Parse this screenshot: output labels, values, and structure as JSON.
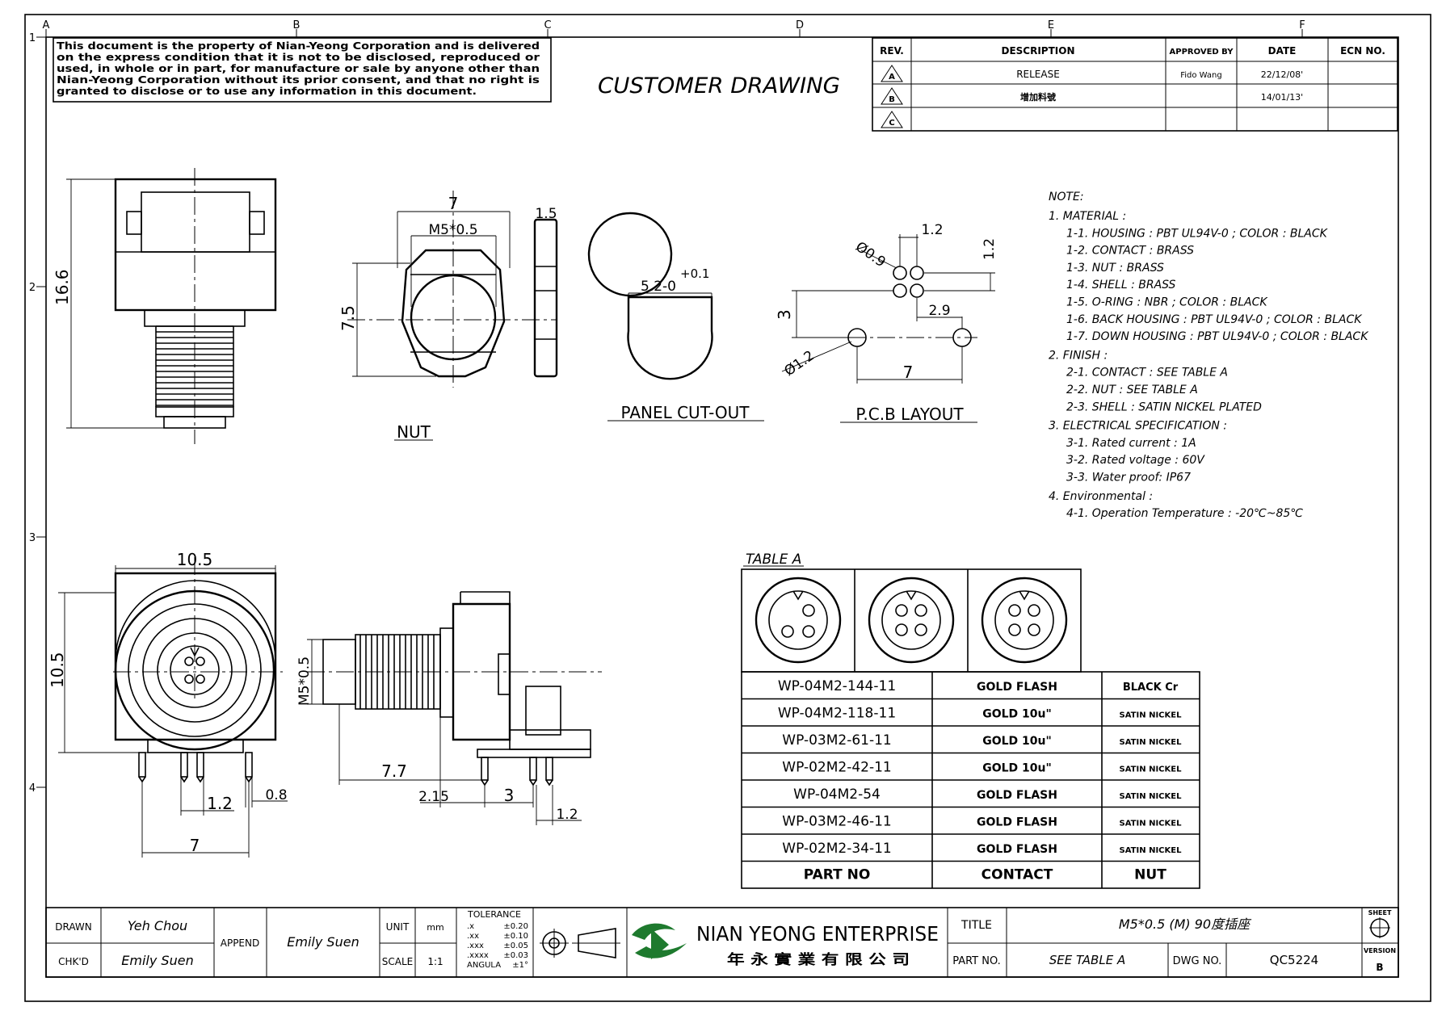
{
  "grid": {
    "columns": [
      "A",
      "B",
      "C",
      "D",
      "E",
      "F"
    ],
    "rows": [
      "1",
      "2",
      "3",
      "4"
    ]
  },
  "disclaimer": [
    "This document is the property of Nian-Yeong Corporation and is delivered",
    "on  the  express condition that it is not to be disclosed, reproduced or",
    "used, in whole or in part, for manufacture or sale by anyone other than",
    "Nian-Yeong Corporation without  its prior consent, and that  no right  is",
    "granted to disclose or to use any information in this  document."
  ],
  "drawing_title": "CUSTOMER  DRAWING",
  "revision_table": {
    "headers": [
      "REV.",
      "DESCRIPTION",
      "APPROVED BY",
      "DATE",
      "ECN NO."
    ],
    "rows": [
      {
        "rev": "A",
        "description": "RELEASE",
        "approved_by": "Fido Wang",
        "date": "22/12/08'",
        "ecn": ""
      },
      {
        "rev": "B",
        "description": "增加料號",
        "approved_by": "",
        "date": "14/01/13'",
        "ecn": ""
      },
      {
        "rev": "C",
        "description": "",
        "approved_by": "",
        "date": "",
        "ecn": ""
      }
    ]
  },
  "dimensions": {
    "front_height": "16.6",
    "nut_width": "7",
    "nut_thread": "M5*0.5",
    "nut_height": "7.5",
    "nut_thickness": "1.5",
    "cutout_tol": "+0.1",
    "cutout_dia": "5.2-0",
    "pcb_hole_large": "Ø0.9",
    "pcb_hole_small": "Ø1.2",
    "pcb_pitch_x": "1.2",
    "pcb_pitch_y": "1.2",
    "pcb_offset_y": "3",
    "pcb_offset_x": "2.9",
    "pcb_span": "7",
    "bottom_width": "10.5",
    "bottom_height": "10.5",
    "pin_pitch": "1.2",
    "pin_dia": "0.8",
    "pin_span": "7",
    "side_thread": "M5*0.5",
    "side_length": "7.7",
    "side_offset": "2.15",
    "side_pin_x": "3",
    "side_pin_pitch": "1.2"
  },
  "view_labels": {
    "nut": "NUT",
    "panel_cutout": "PANEL  CUT-OUT",
    "pcb_layout": "P.C.B  LAYOUT",
    "table_a": "TABLE  A"
  },
  "notes": {
    "heading": "NOTE:",
    "lines": [
      {
        "indent": 0,
        "text": "1. MATERIAL :"
      },
      {
        "indent": 1,
        "text": "1-1. HOUSING : PBT UL94V-0 ; COLOR : BLACK"
      },
      {
        "indent": 1,
        "text": "1-2. CONTACT : BRASS"
      },
      {
        "indent": 1,
        "text": "1-3. NUT : BRASS"
      },
      {
        "indent": 1,
        "text": "1-4. SHELL : BRASS"
      },
      {
        "indent": 1,
        "text": "1-5. O-RING : NBR ; COLOR : BLACK"
      },
      {
        "indent": 1,
        "text": "1-6. BACK HOUSING : PBT UL94V-0 ; COLOR : BLACK"
      },
      {
        "indent": 1,
        "text": "1-7. DOWN HOUSING : PBT UL94V-0 ; COLOR : BLACK"
      },
      {
        "indent": 0,
        "text": "2. FINISH :"
      },
      {
        "indent": 1,
        "text": "2-1. CONTACT : SEE TABLE A"
      },
      {
        "indent": 1,
        "text": "2-2. NUT : SEE TABLE A"
      },
      {
        "indent": 1,
        "text": "2-3. SHELL : SATIN NICKEL PLATED"
      },
      {
        "indent": 0,
        "text": "3. ELECTRICAL SPECIFICATION :"
      },
      {
        "indent": 1,
        "text": "3-1. Rated current : 1A"
      },
      {
        "indent": 1,
        "text": "3-2. Rated voltage : 60V"
      },
      {
        "indent": 1,
        "text": "3-3. Water proof: IP67"
      },
      {
        "indent": 0,
        "text": "4. Environmental :"
      },
      {
        "indent": 1,
        "text": "4-1. Operation Temperature : -20℃~85℃"
      }
    ]
  },
  "table_a": {
    "pin_patterns": [
      3,
      4,
      4
    ],
    "rows": [
      {
        "part_no": "WP-04M2-144-11",
        "contact": "GOLD FLASH",
        "nut": "BLACK Cr"
      },
      {
        "part_no": "WP-04M2-118-11",
        "contact": "GOLD 10u\"",
        "nut": "SATIN NICKEL"
      },
      {
        "part_no": "WP-03M2-61-11",
        "contact": "GOLD 10u\"",
        "nut": "SATIN NICKEL"
      },
      {
        "part_no": "WP-02M2-42-11",
        "contact": "GOLD 10u\"",
        "nut": "SATIN NICKEL"
      },
      {
        "part_no": "WP-04M2-54",
        "contact": "GOLD FLASH",
        "nut": "SATIN NICKEL"
      },
      {
        "part_no": "WP-03M2-46-11",
        "contact": "GOLD FLASH",
        "nut": "SATIN NICKEL"
      },
      {
        "part_no": "WP-02M2-34-11",
        "contact": "GOLD FLASH",
        "nut": "SATIN NICKEL"
      }
    ],
    "headers": {
      "part_no": "PART NO",
      "contact": "CONTACT",
      "nut": "NUT"
    }
  },
  "title_block": {
    "drawn_label": "DRAWN",
    "drawn_by": "Yeh Chou",
    "checked_label": "CHK'D",
    "checked_by": "Emily Suen",
    "append_label": "APPEND",
    "append_by": "Emily Suen",
    "unit_label": "UNIT",
    "unit_value": "mm",
    "scale_label": "SCALE",
    "scale_value": "1:1",
    "tolerance_title": "TOLERANCE",
    "tolerances": [
      {
        "key": ".x",
        "value": "±0.20"
      },
      {
        "key": ".xx",
        "value": "±0.10"
      },
      {
        "key": ".xxx",
        "value": "±0.05"
      },
      {
        "key": ".xxxx",
        "value": "±0.03"
      },
      {
        "key": "ANGULA",
        "value": "±1°"
      }
    ],
    "company_en": "NIAN YEONG ENTERPRISE",
    "company_zh": "年 永 實 業 有 限 公 司",
    "title_label": "TITLE",
    "title_value": "M5*0.5 (M) 90度插座",
    "part_label": "PART NO.",
    "part_value": "SEE TABLE A",
    "dwg_label": "DWG NO.",
    "dwg_value": "QC5224",
    "sheet_label": "SHEET",
    "version_label": "VERSION",
    "version_value": "B"
  }
}
